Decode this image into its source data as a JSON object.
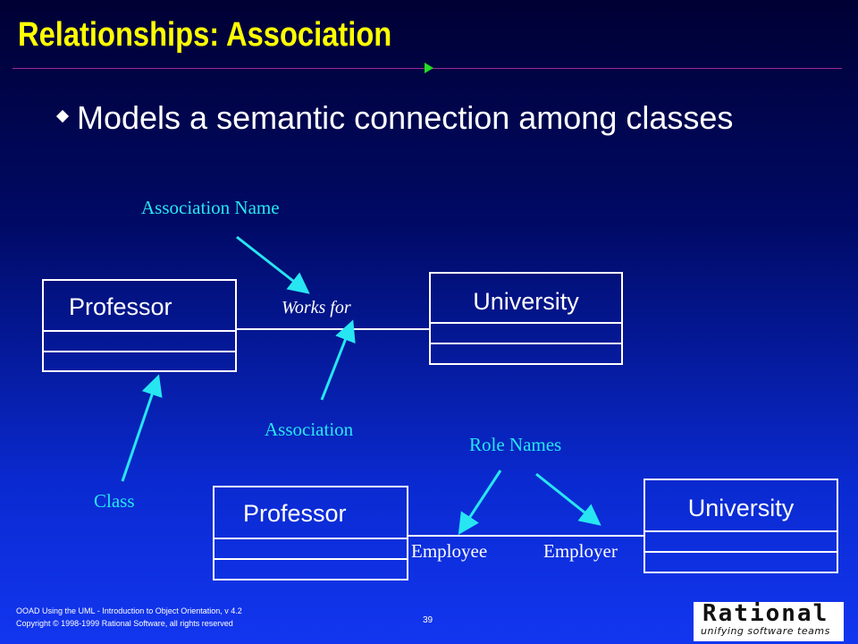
{
  "slide": {
    "title": "Relationships: Association",
    "bullet": "Models a semantic connection among classes"
  },
  "diagram": {
    "top": {
      "left_class": "Professor",
      "right_class": "University",
      "association_name": "Works for"
    },
    "bottom": {
      "left_class": "Professor",
      "right_class": "University",
      "left_role": "Employee",
      "right_role": "Employer"
    },
    "callouts": {
      "association_name": "Association Name",
      "association": "Association",
      "class": "Class",
      "role_names": "Role Names"
    }
  },
  "footer": {
    "line1": "OOAD Using the UML - Introduction to Object Orientation, v 4.2",
    "line2": "Copyright © 1998-1999 Rational Software, all rights reserved",
    "page_number": "39"
  },
  "logo": {
    "word": "Rational",
    "tagline": "unifying software teams"
  },
  "colors": {
    "title": "#ffff00",
    "callout": "#27e6f2",
    "title_rule": "#9a2a9a",
    "title_marker": "#22dd22"
  }
}
